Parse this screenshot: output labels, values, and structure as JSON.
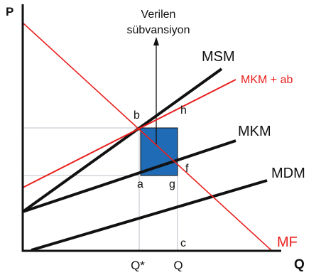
{
  "axes": {
    "y_label": "P",
    "x_label": "Q"
  },
  "annotation": {
    "line1": "Verilen",
    "line2": "sübvansiyon"
  },
  "curves": {
    "msm": "MSM",
    "mkm_ab": "MKM + ab",
    "mkm": "MKM",
    "mdm": "MDM",
    "mf": "MF"
  },
  "points": {
    "b": "b",
    "h": "h",
    "a": "a",
    "g": "g",
    "f": "f",
    "c": "c"
  },
  "ticks": {
    "q_star": "Q*",
    "q": "Q"
  },
  "colors": {
    "black": "#111111",
    "red": "#e8201e",
    "blue": "#1f6bb5",
    "grid": "#b9c0c8"
  }
}
